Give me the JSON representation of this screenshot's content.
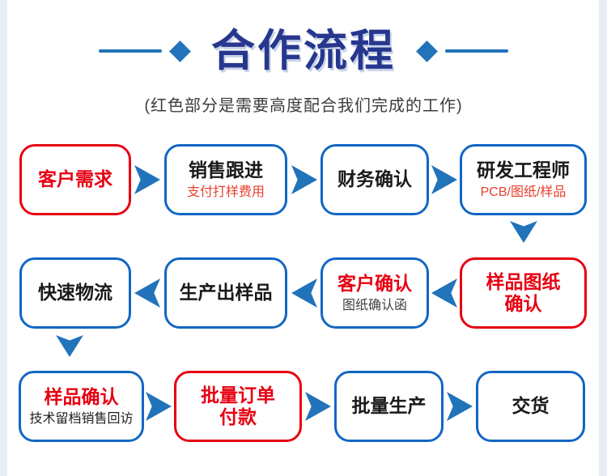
{
  "header": {
    "title": "合作流程",
    "subtitle": "(红色部分是需要高度配合我们完成的工作)"
  },
  "colors": {
    "title_navy": "#27378e",
    "accent_blue": "#2173ba",
    "box_border_blue": "#1266c4",
    "highlight_red": "#e60012",
    "sub_red": "#e8402c",
    "text_black": "#1a1a1a",
    "sub_gray": "#3f3f3f",
    "page_edge": "#e8edf5"
  },
  "flow": {
    "rows": [
      {
        "arrow_direction": "right",
        "boxes": [
          {
            "title": "客户需求",
            "emphasis": "red"
          },
          {
            "title": "销售跟进",
            "subtitle": "支付打样费用"
          },
          {
            "title": "财务确认"
          },
          {
            "title": "研发工程师",
            "subtitle": "PCB/图纸/样品"
          }
        ]
      },
      {
        "arrow_direction": "left",
        "boxes": [
          {
            "title": "快速物流"
          },
          {
            "title": "生产出样品"
          },
          {
            "title": "客户确认",
            "subtitle": "图纸确认函"
          },
          {
            "title": "样品图纸\n确认",
            "emphasis": "red"
          }
        ]
      },
      {
        "arrow_direction": "right",
        "boxes": [
          {
            "title": "样品确认",
            "subtitle": "技术留档销售回访"
          },
          {
            "title": "批量订单\n付款",
            "emphasis": "red"
          },
          {
            "title": "批量生产"
          },
          {
            "title": "交货"
          }
        ]
      }
    ]
  }
}
